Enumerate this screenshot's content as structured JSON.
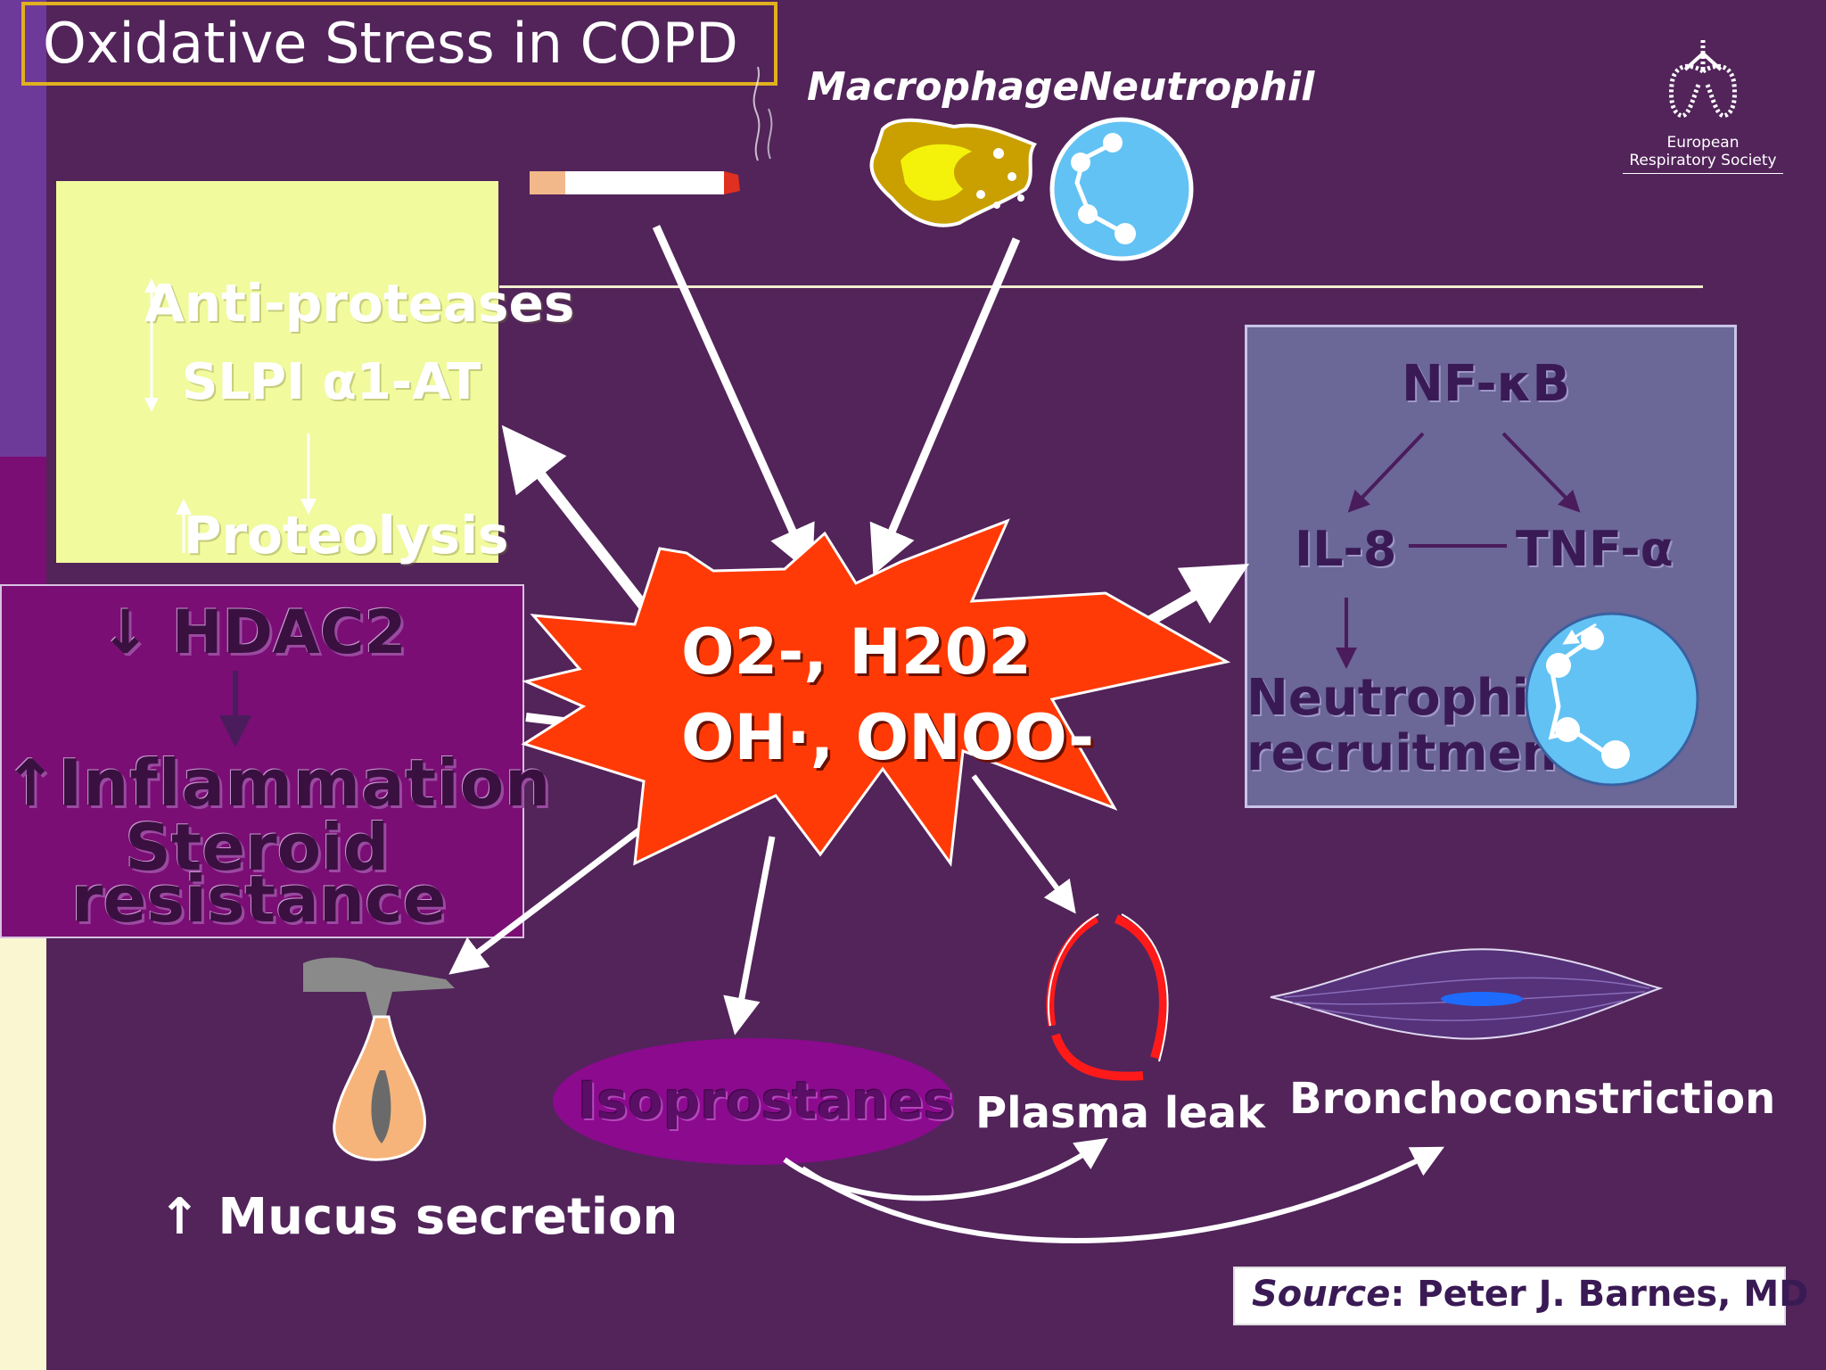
{
  "title": "Oxidative Stress in COPD",
  "cell_labels": "MacrophageNeutrophil",
  "logo_text": "European Respiratory Society",
  "antiproteases": {
    "heading": "Anti-proteases",
    "items": "SLPI α1-AT",
    "result": "Proteolysis"
  },
  "hdac": {
    "heading": "↓ HDAC2",
    "inflammation": "↑Inflammation",
    "steroid": "Steroid",
    "resistance": "resistance"
  },
  "nfkb": {
    "nfkb": "NF-κB",
    "il8": "IL-8",
    "tnf": "TNF-α",
    "neutrophil": "Neutrophil",
    "recruitment": "recruitment"
  },
  "ros": {
    "line1": "O2-, H202",
    "line2": "OH·, ONOO-"
  },
  "outcomes": {
    "isoprostanes": "Isoprostanes",
    "plasma_leak": "Plasma leak",
    "bronchoconstriction": "Bronchoconstriction",
    "mucus": "↑ Mucus secretion"
  },
  "source": {
    "label": "Source",
    "text": ":  Peter J. Barnes, MD"
  },
  "colors": {
    "background": "#52245a",
    "burst": "#ff3a06",
    "yellow_box": "#f1fa9d",
    "hdac_box": "#7a0e74",
    "nf_box": "#6b6796",
    "neutrophil": "#62c2f4"
  },
  "icons": [
    "cigarette-icon",
    "macrophage-icon",
    "neutrophil-icon",
    "lung-logo-icon",
    "mucus-gland-icon",
    "vessel-icon",
    "smooth-muscle-icon"
  ]
}
